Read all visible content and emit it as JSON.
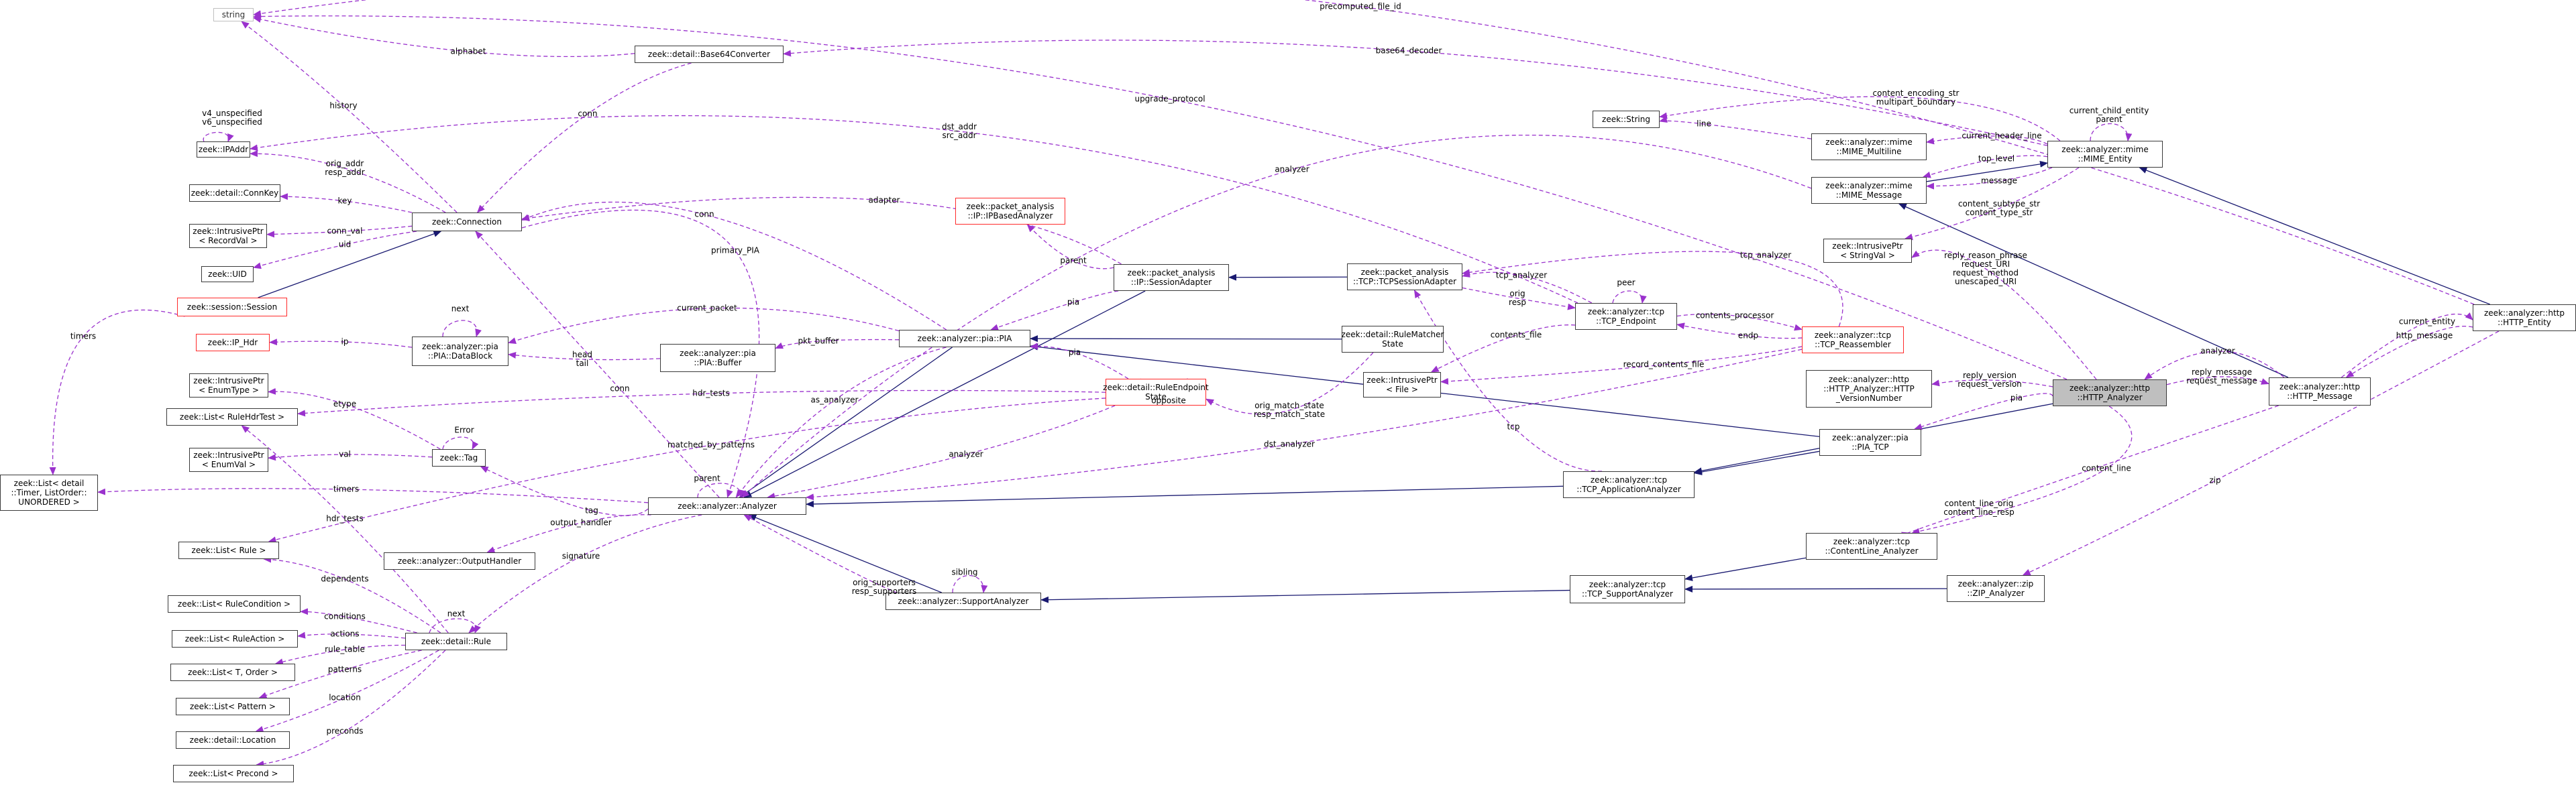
{
  "diagram": {
    "colors": {
      "inherit_edge": "#191970",
      "use_edge": "#9a32cd",
      "node_border": "#3a3a3a",
      "undocumented_border": "#ff2a2a",
      "external_border": "#bfbfbf",
      "focus_fill": "#bfbfbf"
    },
    "nodes": [
      {
        "id": "string",
        "lines": [
          "string"
        ],
        "style": "external"
      },
      {
        "id": "ipaddr",
        "lines": [
          "zeek::IPAddr"
        ]
      },
      {
        "id": "connkey",
        "lines": [
          "zeek::detail::ConnKey"
        ]
      },
      {
        "id": "intrusive_recordval",
        "lines": [
          "zeek::IntrusivePtr",
          "< RecordVal >"
        ]
      },
      {
        "id": "uid",
        "lines": [
          "zeek::UID"
        ]
      },
      {
        "id": "session",
        "lines": [
          "zeek::session::Session"
        ],
        "style": "undoc"
      },
      {
        "id": "ip_hdr",
        "lines": [
          "zeek::IP_Hdr"
        ],
        "style": "undoc"
      },
      {
        "id": "intrusive_enumtype",
        "lines": [
          "zeek::IntrusivePtr",
          "< EnumType >"
        ]
      },
      {
        "id": "list_rulehdrtest",
        "lines": [
          "zeek::List< RuleHdrTest >"
        ]
      },
      {
        "id": "intrusive_enumval",
        "lines": [
          "zeek::IntrusivePtr",
          "< EnumVal >"
        ]
      },
      {
        "id": "list_timer",
        "lines": [
          "zeek::List< detail",
          "::Timer, ListOrder::",
          "UNORDERED >"
        ]
      },
      {
        "id": "list_rule",
        "lines": [
          "zeek::List< Rule >"
        ]
      },
      {
        "id": "list_rulecondition",
        "lines": [
          "zeek::List< RuleCondition >"
        ]
      },
      {
        "id": "list_ruleaction",
        "lines": [
          "zeek::List< RuleAction >"
        ]
      },
      {
        "id": "list_t_order",
        "lines": [
          "zeek::List< T, Order >"
        ]
      },
      {
        "id": "list_pattern",
        "lines": [
          "zeek::List< Pattern >"
        ]
      },
      {
        "id": "location",
        "lines": [
          "zeek::detail::Location"
        ]
      },
      {
        "id": "list_precond",
        "lines": [
          "zeek::List< Precond >"
        ]
      },
      {
        "id": "base64",
        "lines": [
          "zeek::detail::Base64Converter"
        ]
      },
      {
        "id": "connection",
        "lines": [
          "zeek::Connection"
        ]
      },
      {
        "id": "datablock",
        "lines": [
          "zeek::analyzer::pia",
          "::PIA::DataBlock"
        ]
      },
      {
        "id": "tag",
        "lines": [
          "zeek::Tag"
        ]
      },
      {
        "id": "analyzer",
        "lines": [
          "zeek::analyzer::Analyzer"
        ]
      },
      {
        "id": "outputhandler",
        "lines": [
          "zeek::analyzer::OutputHandler"
        ]
      },
      {
        "id": "rule",
        "lines": [
          "zeek::detail::Rule"
        ]
      },
      {
        "id": "ipbased",
        "lines": [
          "zeek::packet_analysis",
          "::IP::IPBasedAnalyzer"
        ],
        "style": "undoc"
      },
      {
        "id": "piabuffer",
        "lines": [
          "zeek::analyzer::pia",
          "::PIA::Buffer"
        ]
      },
      {
        "id": "pia",
        "lines": [
          "zeek::analyzer::pia::PIA"
        ]
      },
      {
        "id": "ruleendpoint",
        "lines": [
          "zeek::detail::RuleEndpoint",
          "State"
        ],
        "style": "undoc"
      },
      {
        "id": "supportanalyzer",
        "lines": [
          "zeek::analyzer::SupportAnalyzer"
        ]
      },
      {
        "id": "sessionadapter",
        "lines": [
          "zeek::packet_analysis",
          "::IP::SessionAdapter"
        ]
      },
      {
        "id": "rulematcher",
        "lines": [
          "zeek::detail::RuleMatcher",
          "State"
        ]
      },
      {
        "id": "tcpsessionadapter",
        "lines": [
          "zeek::packet_analysis",
          "::TCP::TCPSessionAdapter"
        ]
      },
      {
        "id": "intrusive_file",
        "lines": [
          "zeek::IntrusivePtr",
          "< File >"
        ]
      },
      {
        "id": "tcp_appanalyzer",
        "lines": [
          "zeek::analyzer::tcp",
          "::TCP_ApplicationAnalyzer"
        ]
      },
      {
        "id": "tcp_supportanalyzer",
        "lines": [
          "zeek::analyzer::tcp",
          "::TCP_SupportAnalyzer"
        ]
      },
      {
        "id": "tcp_endpoint",
        "lines": [
          "zeek::analyzer::tcp",
          "::TCP_Endpoint"
        ]
      },
      {
        "id": "tcp_reassembler",
        "lines": [
          "zeek::analyzer::tcp",
          "::TCP_Reassembler"
        ],
        "style": "undoc"
      },
      {
        "id": "zeek_string",
        "lines": [
          "zeek::String"
        ]
      },
      {
        "id": "mime_multiline",
        "lines": [
          "zeek::analyzer::mime",
          "::MIME_Multiline"
        ]
      },
      {
        "id": "mime_message",
        "lines": [
          "zeek::analyzer::mime",
          "::MIME_Message"
        ]
      },
      {
        "id": "intrusive_stringval",
        "lines": [
          "zeek::IntrusivePtr",
          "< StringVal >"
        ]
      },
      {
        "id": "http_versionnumber",
        "lines": [
          "zeek::analyzer::http",
          "::HTTP_Analyzer::HTTP",
          "_VersionNumber"
        ]
      },
      {
        "id": "pia_tcp",
        "lines": [
          "zeek::analyzer::pia",
          "::PIA_TCP"
        ]
      },
      {
        "id": "contentline",
        "lines": [
          "zeek::analyzer::tcp",
          "::ContentLine_Analyzer"
        ]
      },
      {
        "id": "zip_analyzer",
        "lines": [
          "zeek::analyzer::zip",
          "::ZIP_Analyzer"
        ]
      },
      {
        "id": "mime_entity",
        "lines": [
          "zeek::analyzer::mime",
          "::MIME_Entity"
        ]
      },
      {
        "id": "http_analyzer",
        "lines": [
          "zeek::analyzer::http",
          "::HTTP_Analyzer"
        ],
        "style": "focus"
      },
      {
        "id": "http_message",
        "lines": [
          "zeek::analyzer::http",
          "::HTTP_Message"
        ]
      },
      {
        "id": "http_entity",
        "lines": [
          "zeek::analyzer::http",
          "::HTTP_Entity"
        ]
      }
    ],
    "edges": [
      {
        "from": "session",
        "to": "connection",
        "kind": "inherit"
      },
      {
        "from": "pia",
        "to": "analyzer",
        "kind": "inherit"
      },
      {
        "from": "sessionadapter",
        "to": "analyzer",
        "kind": "inherit"
      },
      {
        "from": "tcpsessionadapter",
        "to": "sessionadapter",
        "kind": "inherit"
      },
      {
        "from": "rulematcher",
        "to": "pia",
        "kind": "inherit"
      },
      {
        "from": "pia_tcp",
        "to": "pia",
        "kind": "inherit"
      },
      {
        "from": "pia_tcp",
        "to": "tcp_appanalyzer",
        "kind": "inherit"
      },
      {
        "from": "tcp_appanalyzer",
        "to": "analyzer",
        "kind": "inherit"
      },
      {
        "from": "http_analyzer",
        "to": "tcp_appanalyzer",
        "kind": "inherit"
      },
      {
        "from": "supportanalyzer",
        "to": "analyzer",
        "kind": "inherit"
      },
      {
        "from": "tcp_supportanalyzer",
        "to": "supportanalyzer",
        "kind": "inherit"
      },
      {
        "from": "contentline",
        "to": "tcp_supportanalyzer",
        "kind": "inherit"
      },
      {
        "from": "zip_analyzer",
        "to": "tcp_supportanalyzer",
        "kind": "inherit"
      },
      {
        "from": "mime_message",
        "to": "mime_entity",
        "kind": "inherit"
      },
      {
        "from": "http_message",
        "to": "mime_message",
        "kind": "inherit"
      },
      {
        "from": "http_entity",
        "to": "mime_entity",
        "kind": "inherit"
      },
      {
        "from": "base64",
        "to": "string",
        "kind": "use",
        "label": "alphabet"
      },
      {
        "from": "connection",
        "to": "string",
        "kind": "use",
        "label": "history"
      },
      {
        "from": "http_entity",
        "to": "string",
        "kind": "use",
        "label": "precomputed_file_id"
      },
      {
        "from": "http_analyzer",
        "to": "string",
        "kind": "use",
        "label": "upgrade_protocol"
      },
      {
        "from": "mime_entity",
        "to": "base64",
        "kind": "use",
        "label": "base64_decoder"
      },
      {
        "from": "base64",
        "to": "connection",
        "kind": "use",
        "label": "conn"
      },
      {
        "from": "ipaddr",
        "to": "ipaddr",
        "kind": "use",
        "label": "v4_unspecified\nv6_unspecified"
      },
      {
        "from": "connection",
        "to": "ipaddr",
        "kind": "use",
        "label": "orig_addr\nresp_addr"
      },
      {
        "from": "tcp_endpoint",
        "to": "ipaddr",
        "kind": "use",
        "label": "dst_addr\nsrc_addr"
      },
      {
        "from": "connection",
        "to": "connkey",
        "kind": "use",
        "label": "key"
      },
      {
        "from": "connection",
        "to": "intrusive_recordval",
        "kind": "use",
        "label": "conn_val"
      },
      {
        "from": "connection",
        "to": "uid",
        "kind": "use",
        "label": "uid"
      },
      {
        "from": "session",
        "to": "list_timer",
        "kind": "use",
        "label": "timers"
      },
      {
        "from": "analyzer",
        "to": "list_timer",
        "kind": "use",
        "label": "timers"
      },
      {
        "from": "datablock",
        "to": "ip_hdr",
        "kind": "use",
        "label": "ip"
      },
      {
        "from": "datablock",
        "to": "datablock",
        "kind": "use",
        "label": "next"
      },
      {
        "from": "piabuffer",
        "to": "datablock",
        "kind": "use",
        "label": "head\ntail"
      },
      {
        "from": "pia",
        "to": "datablock",
        "kind": "use",
        "label": "current_packet"
      },
      {
        "from": "pia",
        "to": "piabuffer",
        "kind": "use",
        "label": "pkt_buffer"
      },
      {
        "from": "pia",
        "to": "connection",
        "kind": "use",
        "label": "conn"
      },
      {
        "from": "sessionadapter",
        "to": "connection",
        "kind": "use",
        "label": "adapter"
      },
      {
        "from": "sessionadapter",
        "to": "pia",
        "kind": "use",
        "label": "pia"
      },
      {
        "from": "sessionadapter",
        "to": "ipbased",
        "kind": "use",
        "label": "parent"
      },
      {
        "from": "tag",
        "to": "intrusive_enumtype",
        "kind": "use",
        "label": "etype"
      },
      {
        "from": "tag",
        "to": "intrusive_enumval",
        "kind": "use",
        "label": "val"
      },
      {
        "from": "tag",
        "to": "tag",
        "kind": "use",
        "label": "Error"
      },
      {
        "from": "analyzer",
        "to": "tag",
        "kind": "use",
        "label": "tag"
      },
      {
        "from": "analyzer",
        "to": "connection",
        "kind": "use",
        "label": "conn"
      },
      {
        "from": "analyzer",
        "to": "analyzer",
        "kind": "use",
        "label": "parent"
      },
      {
        "from": "analyzer",
        "to": "outputhandler",
        "kind": "use",
        "label": "output_handler"
      },
      {
        "from": "analyzer",
        "to": "rule",
        "kind": "use",
        "label": "signature"
      },
      {
        "from": "connection",
        "to": "analyzer",
        "kind": "use",
        "label": "primary_PIA"
      },
      {
        "from": "rule",
        "to": "list_rulehdrtest",
        "kind": "use",
        "label": "hdr_tests"
      },
      {
        "from": "rule",
        "to": "list_rule",
        "kind": "use",
        "label": "dependents"
      },
      {
        "from": "rule",
        "to": "list_rulecondition",
        "kind": "use",
        "label": "conditions"
      },
      {
        "from": "rule",
        "to": "list_ruleaction",
        "kind": "use",
        "label": "actions"
      },
      {
        "from": "rule",
        "to": "list_t_order",
        "kind": "use",
        "label": "rule_table"
      },
      {
        "from": "rule",
        "to": "list_pattern",
        "kind": "use",
        "label": "patterns"
      },
      {
        "from": "rule",
        "to": "location",
        "kind": "use",
        "label": "location"
      },
      {
        "from": "rule",
        "to": "list_precond",
        "kind": "use",
        "label": "preconds"
      },
      {
        "from": "rule",
        "to": "rule",
        "kind": "use",
        "label": "next"
      },
      {
        "from": "ruleendpoint",
        "to": "list_rulehdrtest",
        "kind": "use",
        "label": "hdr_tests"
      },
      {
        "from": "ruleendpoint",
        "to": "list_rule",
        "kind": "use",
        "label": "matched_by_patterns"
      },
      {
        "from": "ruleendpoint",
        "to": "pia",
        "kind": "use",
        "label": "pia"
      },
      {
        "from": "ruleendpoint",
        "to": "ruleendpoint",
        "kind": "use",
        "label": "opposite"
      },
      {
        "from": "ruleendpoint",
        "to": "analyzer",
        "kind": "use",
        "label": "analyzer"
      },
      {
        "from": "rulematcher",
        "to": "ruleendpoint",
        "kind": "use",
        "label": "orig_match_state\nresp_match_state"
      },
      {
        "from": "pia",
        "to": "analyzer",
        "kind": "use",
        "label": "as_analyzer"
      },
      {
        "from": "supportanalyzer",
        "to": "analyzer",
        "kind": "use",
        "label": "orig_supporters\nresp_supporters"
      },
      {
        "from": "supportanalyzer",
        "to": "supportanalyzer",
        "kind": "use",
        "label": "sibling"
      },
      {
        "from": "tcp_endpoint",
        "to": "tcpsessionadapter",
        "kind": "use",
        "label": "tcp_analyzer"
      },
      {
        "from": "tcpsessionadapter",
        "to": "tcp_endpoint",
        "kind": "use",
        "label": "orig\nresp"
      },
      {
        "from": "tcp_endpoint",
        "to": "tcp_endpoint",
        "kind": "use",
        "label": "peer"
      },
      {
        "from": "tcp_endpoint",
        "to": "tcp_reassembler",
        "kind": "use",
        "label": "contents_processor"
      },
      {
        "from": "tcp_endpoint",
        "to": "intrusive_file",
        "kind": "use",
        "label": "contents_file"
      },
      {
        "from": "tcp_reassembler",
        "to": "tcp_endpoint",
        "kind": "use",
        "label": "endp"
      },
      {
        "from": "tcp_reassembler",
        "to": "tcpsessionadapter",
        "kind": "use",
        "label": "tcp_analyzer"
      },
      {
        "from": "tcp_reassembler",
        "to": "intrusive_file",
        "kind": "use",
        "label": "record_contents_file"
      },
      {
        "from": "tcp_reassembler",
        "to": "analyzer",
        "kind": "use",
        "label": "dst_analyzer"
      },
      {
        "from": "tcp_appanalyzer",
        "to": "tcpsessionadapter",
        "kind": "use",
        "label": "tcp"
      },
      {
        "from": "mime_message",
        "to": "analyzer",
        "kind": "use",
        "label": "analyzer"
      },
      {
        "from": "mime_entity",
        "to": "zeek_string",
        "kind": "use",
        "label": "content_encoding_str\nmultipart_boundary"
      },
      {
        "from": "mime_multiline",
        "to": "zeek_string",
        "kind": "use",
        "label": "line"
      },
      {
        "from": "mime_entity",
        "to": "mime_multiline",
        "kind": "use",
        "label": "current_header_line"
      },
      {
        "from": "mime_entity",
        "to": "mime_entity",
        "kind": "use",
        "label": "current_child_entity\nparent"
      },
      {
        "from": "mime_entity",
        "to": "mime_message",
        "kind": "use",
        "label": "top_level"
      },
      {
        "from": "mime_entity",
        "to": "mime_message",
        "kind": "use",
        "label": "message"
      },
      {
        "from": "mime_entity",
        "to": "intrusive_stringval",
        "kind": "use",
        "label": "content_subtype_str\ncontent_type_str"
      },
      {
        "from": "http_analyzer",
        "to": "intrusive_stringval",
        "kind": "use",
        "label": "reply_reason_phrase\nrequest_URI\nrequest_method\nunescaped_URI"
      },
      {
        "from": "http_analyzer",
        "to": "http_versionnumber",
        "kind": "use",
        "label": "reply_version\nrequest_version"
      },
      {
        "from": "http_analyzer",
        "to": "pia_tcp",
        "kind": "use",
        "label": "pia"
      },
      {
        "from": "http_analyzer",
        "to": "contentline",
        "kind": "use",
        "label": "content_line"
      },
      {
        "from": "http_message",
        "to": "http_analyzer",
        "kind": "use",
        "label": "analyzer"
      },
      {
        "from": "http_analyzer",
        "to": "http_message",
        "kind": "use",
        "label": "reply_message\nrequest_message"
      },
      {
        "from": "http_message",
        "to": "contentline",
        "kind": "use",
        "label": "content_line_orig\ncontent_line_resp"
      },
      {
        "from": "http_message",
        "to": "http_entity",
        "kind": "use",
        "label": "current_entity"
      },
      {
        "from": "http_entity",
        "to": "http_message",
        "kind": "use",
        "label": "http_message"
      },
      {
        "from": "http_entity",
        "to": "zip_analyzer",
        "kind": "use",
        "label": "zip"
      }
    ]
  }
}
